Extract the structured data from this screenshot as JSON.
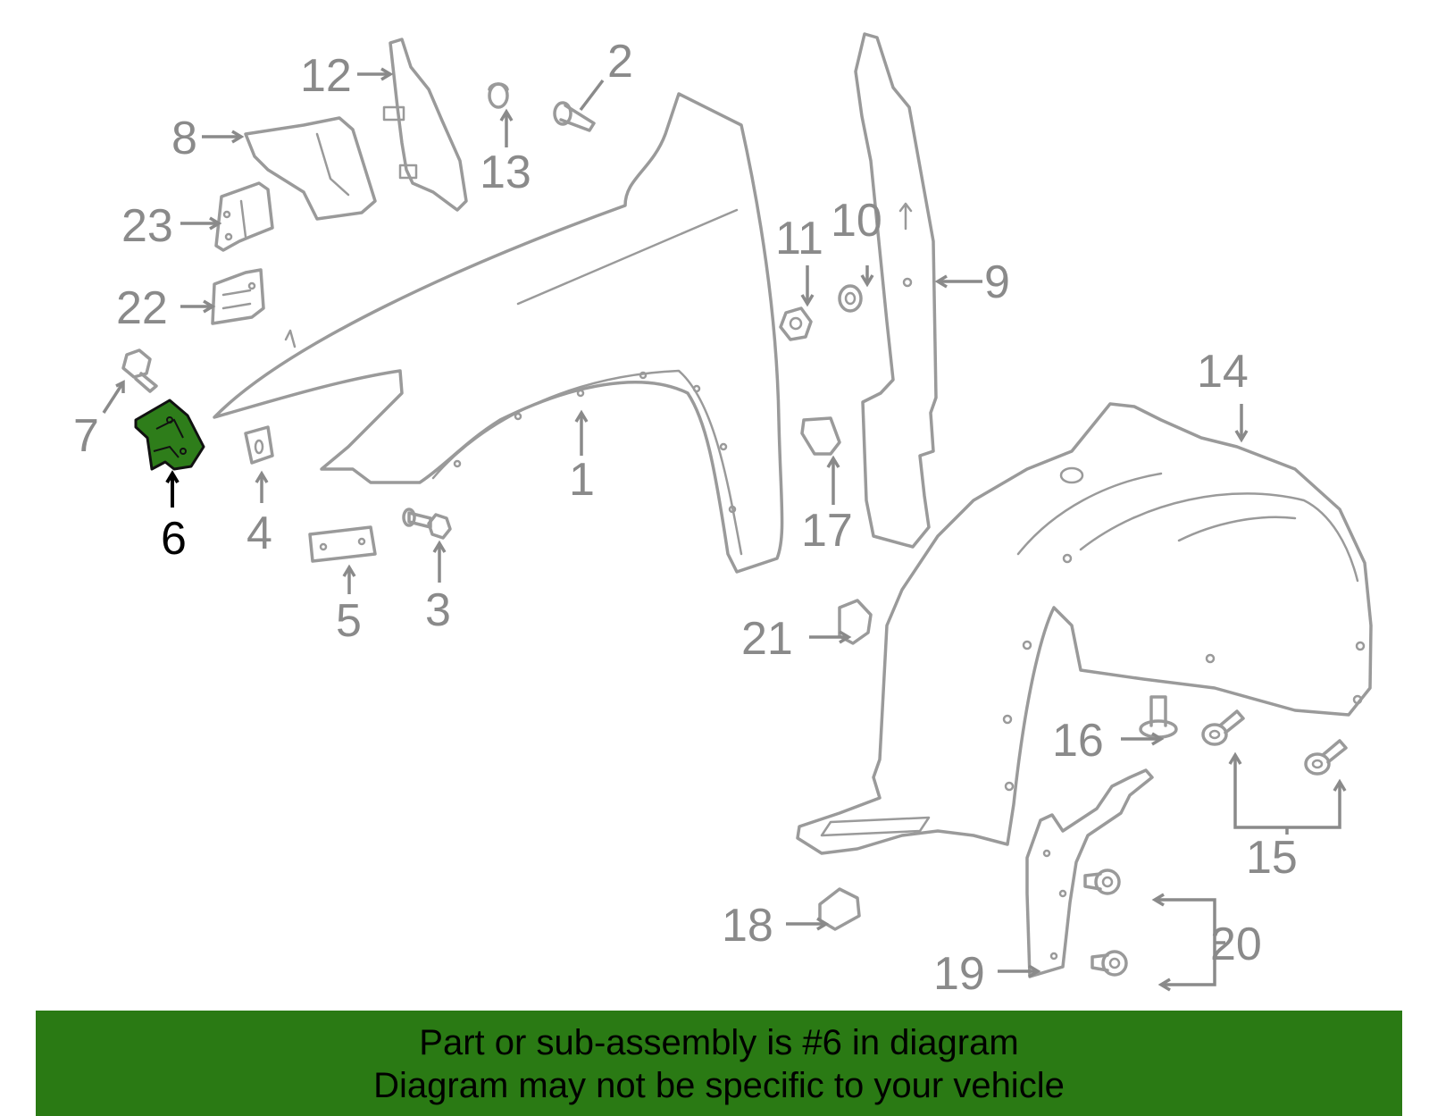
{
  "diagram": {
    "highlight_color": "#2a7a14",
    "highlighted_part": "6",
    "callouts": {
      "c1": "1",
      "c2": "2",
      "c3": "3",
      "c4": "4",
      "c5": "5",
      "c6": "6",
      "c7": "7",
      "c8": "8",
      "c9": "9",
      "c10": "10",
      "c11": "11",
      "c12": "12",
      "c13": "13",
      "c14": "14",
      "c15": "15",
      "c16": "16",
      "c17": "17",
      "c18": "18",
      "c19": "19",
      "c20": "20",
      "c21": "21",
      "c22": "22",
      "c23": "23"
    }
  },
  "footer": {
    "line1": "Part or sub-assembly is #6 in diagram",
    "line2": "Diagram may not be specific to your vehicle"
  }
}
